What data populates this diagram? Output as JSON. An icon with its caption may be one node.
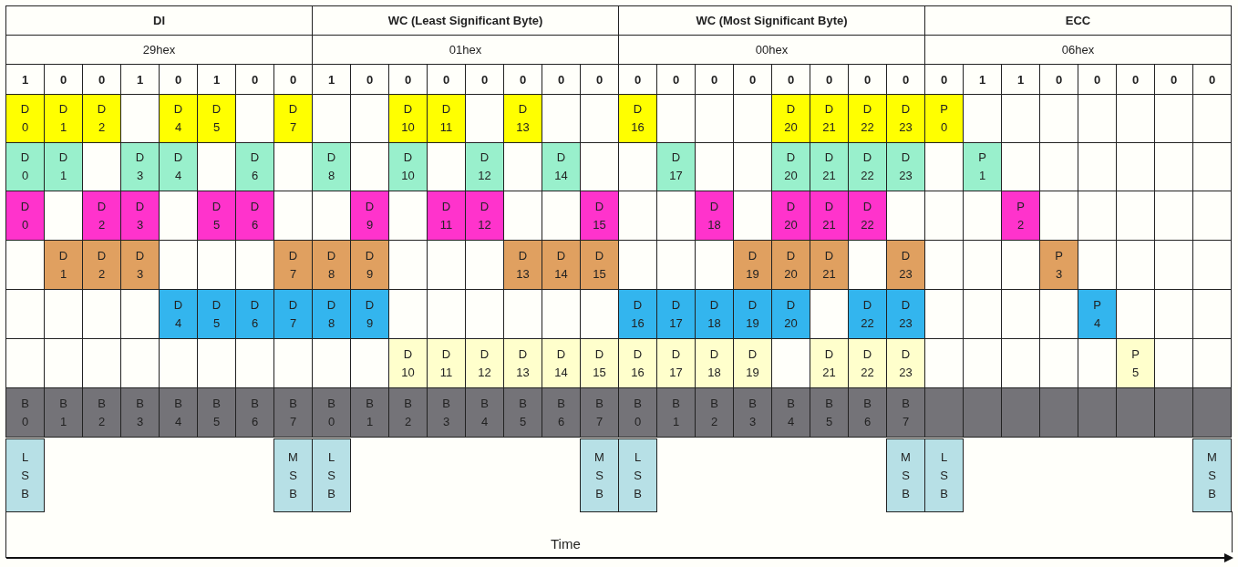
{
  "diagram": {
    "labels": [
      "DI",
      "WC (Least Significant Byte)",
      "WC (Most Significant Byte)",
      "ECC",
      "29hex",
      "01hex",
      "00hex",
      "06hex",
      "1",
      "0",
      "0",
      "1",
      "0",
      "1",
      "0",
      "0",
      "1",
      "0",
      "0",
      "0",
      "0",
      "0",
      "0",
      "0",
      "0",
      "0",
      "0",
      "0",
      "0",
      "0",
      "0",
      "0",
      "0",
      "1",
      "1",
      "0",
      "0",
      "0",
      "0",
      "0",
      "D 0",
      "D 1",
      "D 2",
      "D 4",
      "D 5",
      "D 7",
      "D 10",
      "D 11",
      "D 13",
      "D 16",
      "D 20",
      "D 21",
      "D 22",
      "D 23",
      "P 0",
      "D 0",
      "D 1",
      "D 3",
      "D 4",
      "D 6",
      "D 8",
      "D 10",
      "D 12",
      "D 14",
      "D 17",
      "D 20",
      "D 21",
      "D 22",
      "D 23",
      "P 1",
      "D 0",
      "D 2",
      "D 3",
      "D 5",
      "D 6",
      "D 9",
      "D 11",
      "D 12",
      "D 15",
      "D 18",
      "D 20",
      "D 21",
      "D 22",
      "P 2",
      "D 1",
      "D 2",
      "D 3",
      "D 7",
      "D 8",
      "D 9",
      "D 13",
      "D 14",
      "D 15",
      "D 19",
      "D 20",
      "D 21",
      "D 23",
      "P 3",
      "D 4",
      "D 5",
      "D 6",
      "D 7",
      "D 8",
      "D 9",
      "D 16",
      "D 17",
      "D 18",
      "D 19",
      "D 20",
      "D 22",
      "D 23",
      "P 4",
      "D 10",
      "D 11",
      "D 12",
      "D 13",
      "D 14",
      "D 15",
      "D 16",
      "D 17",
      "D 18",
      "D 19",
      "D 21",
      "D 22",
      "D 23",
      "P 5",
      "B 0",
      "B 1",
      "B 2",
      "B 3",
      "B 4",
      "B 5",
      "B 6",
      "B 7",
      "B 0",
      "B 1",
      "B 2",
      "B 3",
      "B 4",
      "B 5",
      "B 6",
      "B 7",
      "B 0",
      "B 1",
      "B 2",
      "B 3",
      "B 4",
      "B 5",
      "B 6",
      "B 7",
      "L S B",
      "M S B",
      "L S B",
      "M S B",
      "L S B",
      "M S B",
      "L S B",
      "M S B",
      "Time"
    ]
  }
}
